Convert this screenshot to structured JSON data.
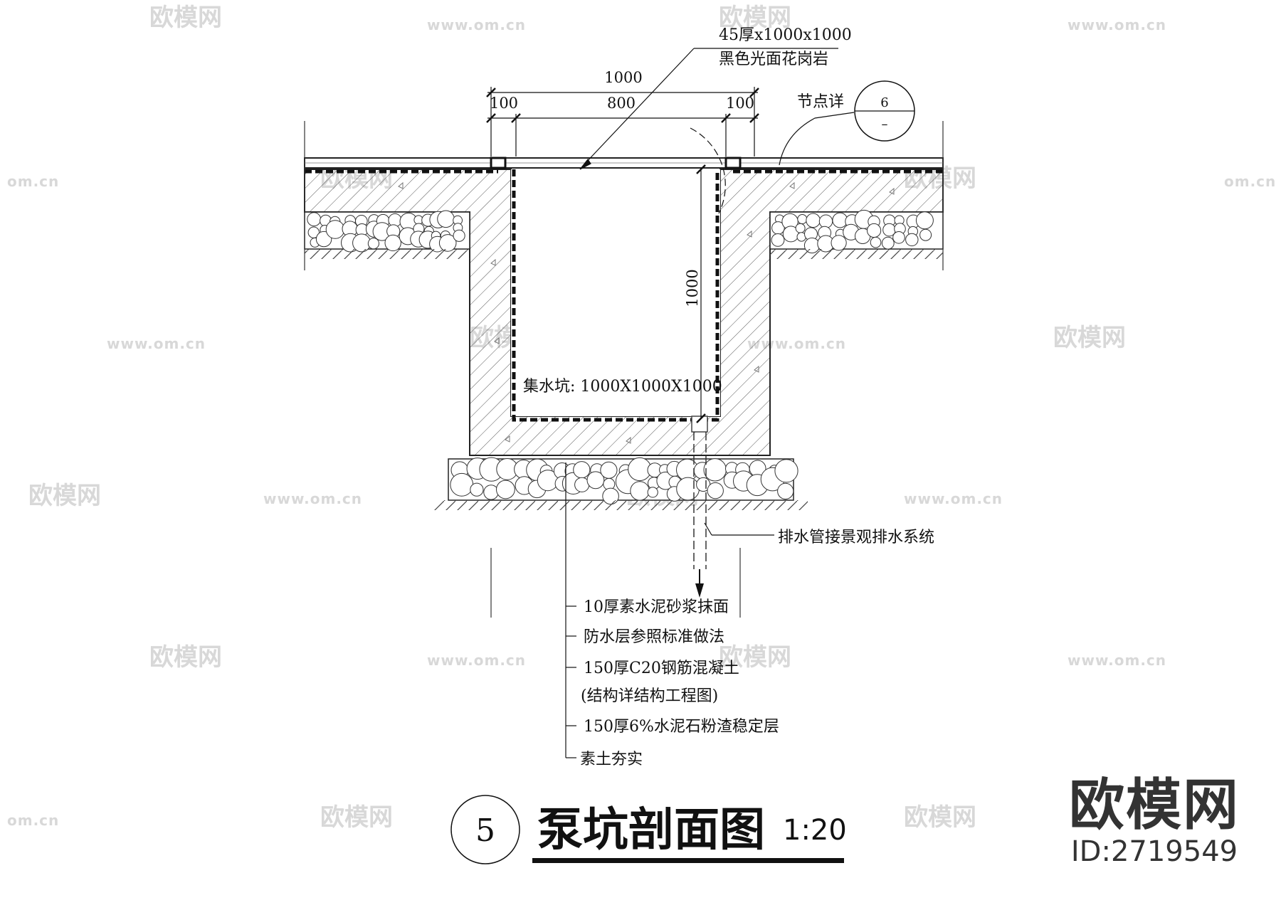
{
  "title": {
    "number": "5",
    "text": "泵坑剖面图",
    "scale": "1:20"
  },
  "dimensions": {
    "total": "1000",
    "left": "100",
    "center": "800",
    "right": "100",
    "depth": "1000"
  },
  "stone_label": {
    "line1": "45厚x1000x1000",
    "line2": "黑色光面花岗岩"
  },
  "node_detail": {
    "label": "节点详",
    "top": "6",
    "bottom": "–"
  },
  "pit_label": "集水坑: 1000X1000X1000",
  "pipe_label": "排水管接景观排水系统",
  "layers": [
    "10厚素水泥砂浆抹面",
    "防水层参照标准做法",
    "150厚C20钢筋混凝土",
    "(结构详结构工程图)",
    "150厚6%水泥石粉渣稳定层",
    "素土夯实"
  ],
  "watermark": {
    "brand": "欧模网",
    "url": "www.om.cn",
    "url_short": "om.cn",
    "id": "ID:2719549"
  }
}
